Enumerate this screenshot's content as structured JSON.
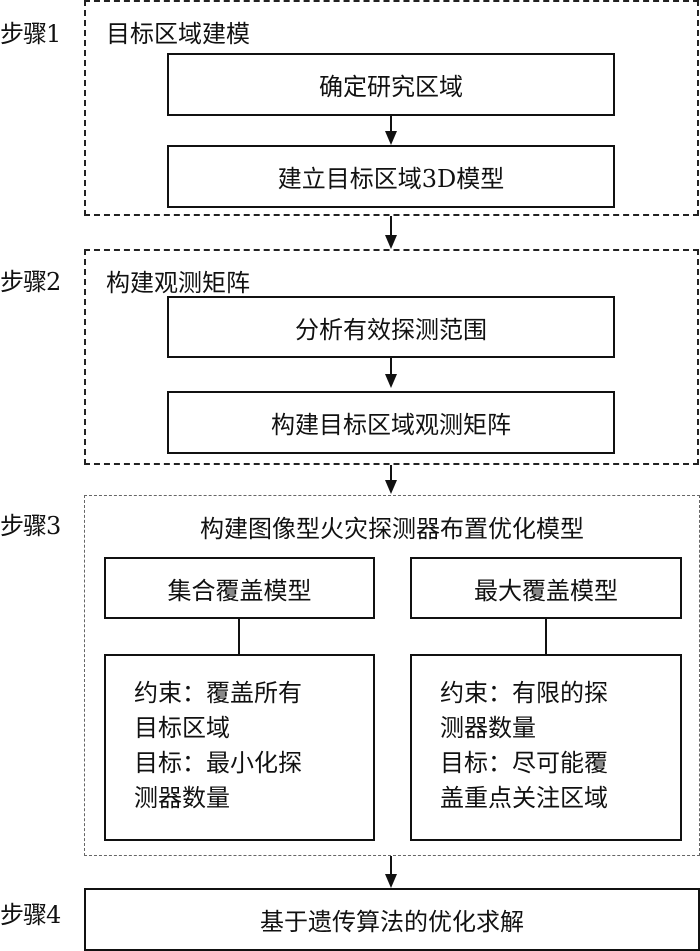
{
  "steps": [
    {
      "label": "步骤1",
      "title": "目标区域建模",
      "boxes": [
        "确定研究区域",
        "建立目标区域3D模型"
      ]
    },
    {
      "label": "步骤2",
      "title": "构建观测矩阵",
      "boxes": [
        "分析有效探测范围",
        "构建目标区域观测矩阵"
      ]
    },
    {
      "label": "步骤3",
      "title": "构建图像型火灾探测器布置优化模型",
      "models": [
        {
          "name": "集合覆盖模型",
          "details": [
            "约束：覆盖所有",
            "目标区域",
            "目标：最小化探",
            "测器数量"
          ]
        },
        {
          "name": "最大覆盖模型",
          "details": [
            "约束：有限的探",
            "测器数量",
            "目标：尽可能覆",
            "盖重点关注区域"
          ]
        }
      ]
    },
    {
      "label": "步骤4",
      "title": "基于遗传算法的优化求解"
    }
  ]
}
